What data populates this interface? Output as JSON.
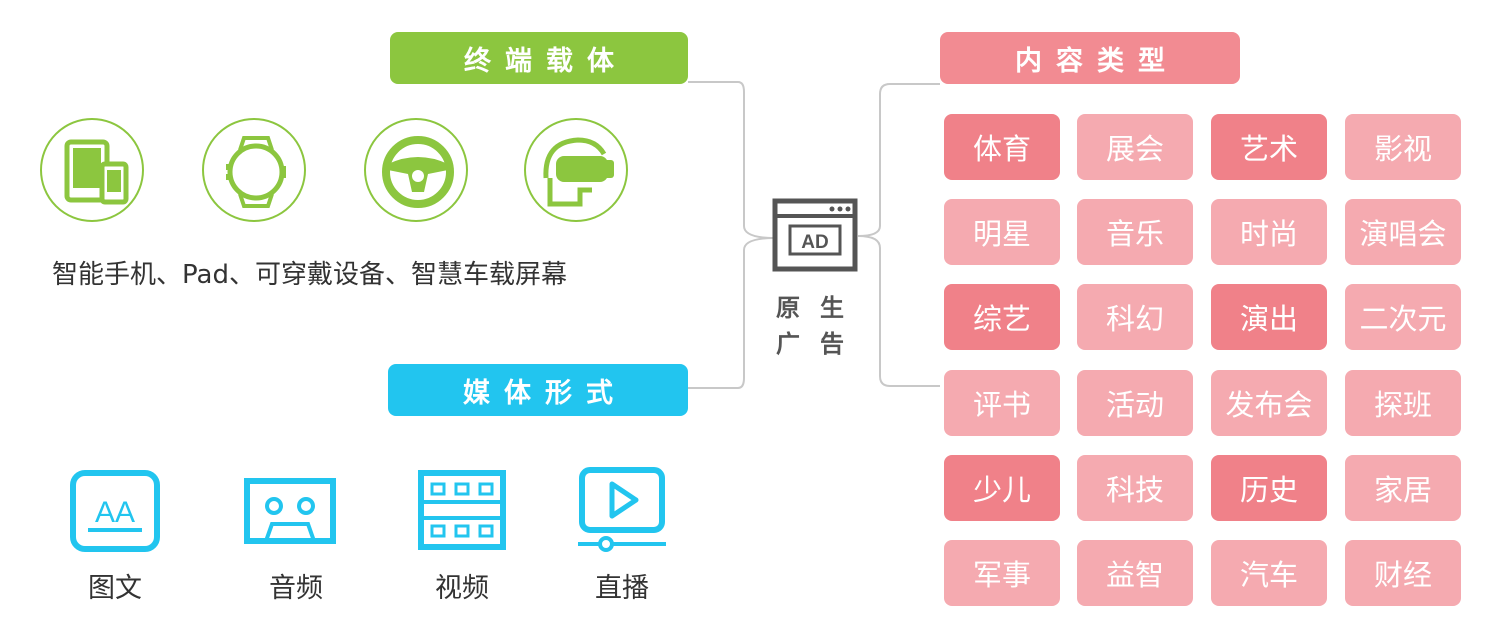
{
  "headers": {
    "terminal": "终端载体",
    "media": "媒体形式",
    "content": "内容类型"
  },
  "devices": {
    "icons": [
      "tablet-phone-icon",
      "smartwatch-icon",
      "steering-wheel-icon",
      "vr-headset-icon"
    ],
    "caption": "智能手机、Pad、可穿戴设备、智慧车载屏幕"
  },
  "media_forms": [
    {
      "label": "图文",
      "icon": "text-icon"
    },
    {
      "label": "音频",
      "icon": "cassette-icon"
    },
    {
      "label": "视频",
      "icon": "film-icon"
    },
    {
      "label": "直播",
      "icon": "live-play-icon"
    }
  ],
  "center": {
    "badge": "AD",
    "label_line1": "原生",
    "label_line2": "广告"
  },
  "content_types": [
    [
      "体育",
      "展会",
      "艺术",
      "影视"
    ],
    [
      "明星",
      "音乐",
      "时尚",
      "演唱会"
    ],
    [
      "综艺",
      "科幻",
      "演出",
      "二次元"
    ],
    [
      "评书",
      "活动",
      "发布会",
      "探班"
    ],
    [
      "少儿",
      "科技",
      "历史",
      "家居"
    ],
    [
      "军事",
      "益智",
      "汽车",
      "财经"
    ]
  ],
  "colors": {
    "green": "#8cc63f",
    "blue": "#22c5ef",
    "red_header": "#f28b92",
    "tag_dark": "#f08189",
    "tag_light": "#f5aab0",
    "icon_gray": "#666666"
  }
}
